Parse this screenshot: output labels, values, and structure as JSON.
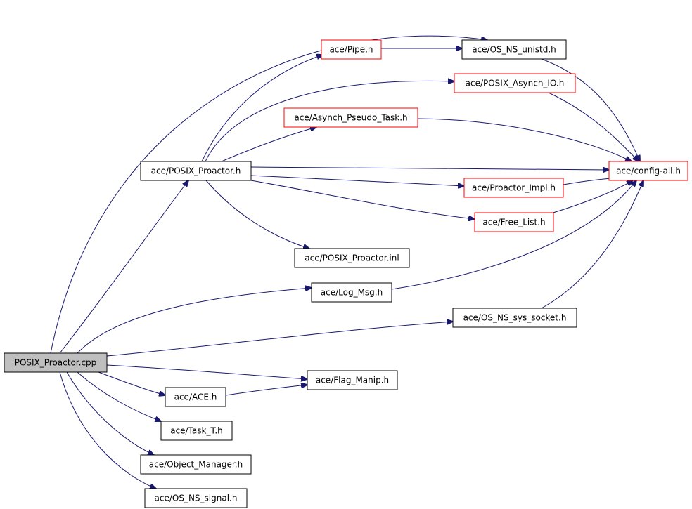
{
  "colors": {
    "edge": "#191970",
    "normal": "#000000",
    "truncated": "#ff0000",
    "root_fill": "#bfbfbf",
    "bg": "#ffffff"
  },
  "nodes": [
    {
      "id": "posix_proactor_cpp",
      "label": "POSIX_Proactor.cpp",
      "kind": "root"
    },
    {
      "id": "pipe_h",
      "label": "ace/Pipe.h",
      "kind": "truncated"
    },
    {
      "id": "os_ns_unistd_h",
      "label": "ace/OS_NS_unistd.h",
      "kind": "normal"
    },
    {
      "id": "posix_asynch_io_h",
      "label": "ace/POSIX_Asynch_IO.h",
      "kind": "truncated"
    },
    {
      "id": "asynch_pseudo_task_h",
      "label": "ace/Asynch_Pseudo_Task.h",
      "kind": "truncated"
    },
    {
      "id": "posix_proactor_h",
      "label": "ace/POSIX_Proactor.h",
      "kind": "normal"
    },
    {
      "id": "config_all_h",
      "label": "ace/config-all.h",
      "kind": "truncated"
    },
    {
      "id": "proactor_impl_h",
      "label": "ace/Proactor_Impl.h",
      "kind": "truncated"
    },
    {
      "id": "free_list_h",
      "label": "ace/Free_List.h",
      "kind": "truncated"
    },
    {
      "id": "posix_proactor_inl",
      "label": "ace/POSIX_Proactor.inl",
      "kind": "normal"
    },
    {
      "id": "log_msg_h",
      "label": "ace/Log_Msg.h",
      "kind": "normal"
    },
    {
      "id": "os_ns_sys_socket_h",
      "label": "ace/OS_NS_sys_socket.h",
      "kind": "normal"
    },
    {
      "id": "flag_manip_h",
      "label": "ace/Flag_Manip.h",
      "kind": "normal"
    },
    {
      "id": "ace_h",
      "label": "ace/ACE.h",
      "kind": "normal"
    },
    {
      "id": "task_t_h",
      "label": "ace/Task_T.h",
      "kind": "normal"
    },
    {
      "id": "object_manager_h",
      "label": "ace/Object_Manager.h",
      "kind": "normal"
    },
    {
      "id": "os_ns_signal_h",
      "label": "ace/OS_NS_signal.h",
      "kind": "normal"
    }
  ],
  "edges": [
    {
      "from": "posix_proactor_cpp",
      "to": "os_ns_unistd_h"
    },
    {
      "from": "posix_proactor_cpp",
      "to": "posix_proactor_h"
    },
    {
      "from": "posix_proactor_cpp",
      "to": "log_msg_h"
    },
    {
      "from": "posix_proactor_cpp",
      "to": "os_ns_sys_socket_h"
    },
    {
      "from": "posix_proactor_cpp",
      "to": "flag_manip_h"
    },
    {
      "from": "posix_proactor_cpp",
      "to": "ace_h"
    },
    {
      "from": "posix_proactor_cpp",
      "to": "task_t_h"
    },
    {
      "from": "posix_proactor_cpp",
      "to": "object_manager_h"
    },
    {
      "from": "posix_proactor_cpp",
      "to": "os_ns_signal_h"
    },
    {
      "from": "posix_proactor_h",
      "to": "pipe_h"
    },
    {
      "from": "posix_proactor_h",
      "to": "posix_asynch_io_h"
    },
    {
      "from": "posix_proactor_h",
      "to": "asynch_pseudo_task_h"
    },
    {
      "from": "posix_proactor_h",
      "to": "config_all_h"
    },
    {
      "from": "posix_proactor_h",
      "to": "proactor_impl_h"
    },
    {
      "from": "posix_proactor_h",
      "to": "free_list_h"
    },
    {
      "from": "posix_proactor_h",
      "to": "posix_proactor_inl"
    },
    {
      "from": "pipe_h",
      "to": "os_ns_unistd_h"
    },
    {
      "from": "os_ns_unistd_h",
      "to": "config_all_h"
    },
    {
      "from": "posix_asynch_io_h",
      "to": "config_all_h"
    },
    {
      "from": "asynch_pseudo_task_h",
      "to": "config_all_h"
    },
    {
      "from": "proactor_impl_h",
      "to": "config_all_h"
    },
    {
      "from": "free_list_h",
      "to": "config_all_h"
    },
    {
      "from": "log_msg_h",
      "to": "config_all_h"
    },
    {
      "from": "os_ns_sys_socket_h",
      "to": "config_all_h"
    },
    {
      "from": "ace_h",
      "to": "flag_manip_h"
    }
  ]
}
